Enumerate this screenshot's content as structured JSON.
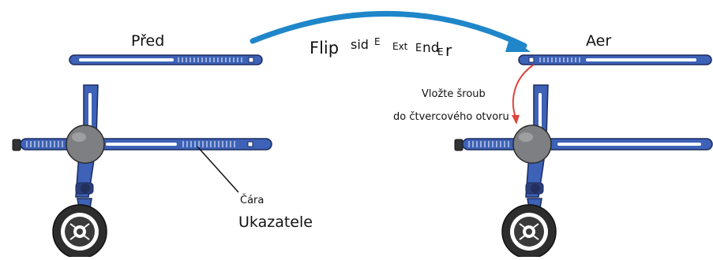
{
  "labels": {
    "before": "Před",
    "after": "Aer",
    "flip": {
      "p1": "Flip ",
      "p2": "sid",
      "p3": "E",
      "p4": " Ext",
      "p5": "E",
      "p6": "nd",
      "p7": "E",
      "p8": "r"
    },
    "instruction_line1": "Vložte šroub",
    "instruction_line2": "do čtvercového otvoru",
    "pointer_line1": "Čára",
    "pointer_line2": "Ukazatele"
  },
  "colors": {
    "bar_blue": "#3d62b7",
    "bar_dark": "#1b2a5e",
    "arrow_blue": "#1f86c9",
    "arrow_red": "#e0443c",
    "knob_gray": "#7d7f82",
    "wheel_dark": "#333333"
  }
}
